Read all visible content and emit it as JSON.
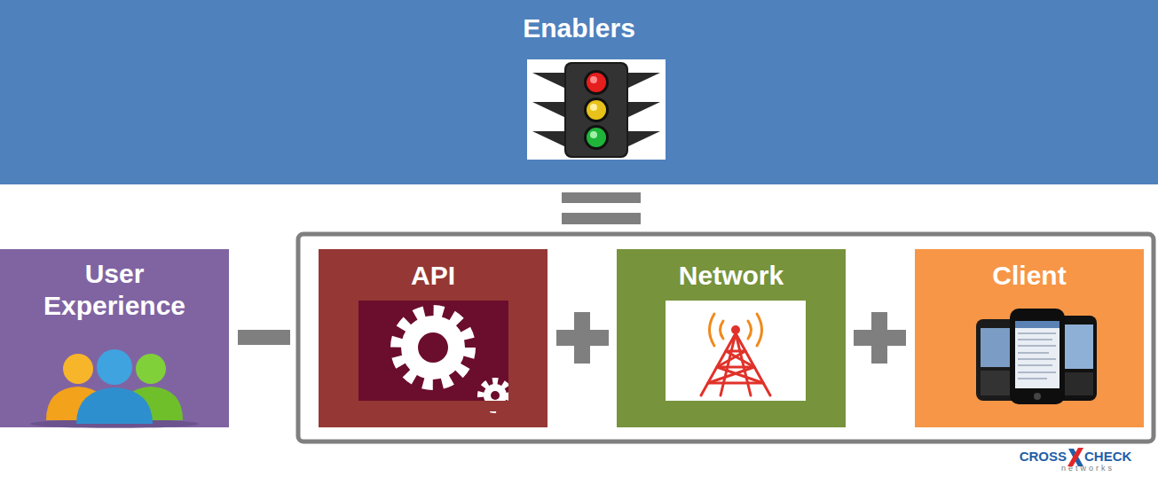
{
  "diagram": {
    "nodes": [
      {
        "text": [
          "Enablers"
        ]
      },
      {
        "text": [
          "User Experience"
        ]
      },
      {
        "text": [
          "API"
        ]
      },
      {
        "text": [
          "Network"
        ]
      },
      {
        "text": [
          "Client"
        ]
      }
    ],
    "labels": [
      "CROSS",
      "CHECK",
      "networks"
    ]
  }
}
